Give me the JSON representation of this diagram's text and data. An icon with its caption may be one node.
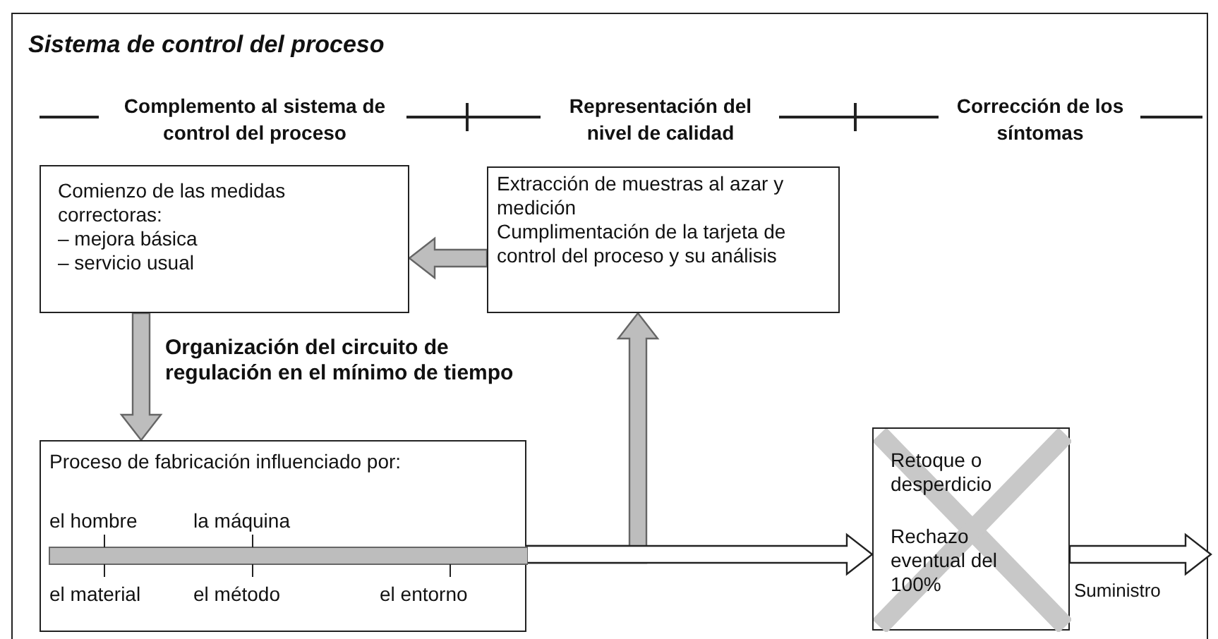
{
  "diagram": {
    "title": "Sistema de control del proceso",
    "nodes": [
      {
        "text": [
          "Comienzo de las medidas correctoras:",
          "– mejora básica",
          "– servicio usual"
        ]
      },
      {
        "text": [
          "Extracción de muestras al azar y medición",
          "Cumplimentación de la tarjeta de control del proceso y su análisis"
        ]
      },
      {
        "text": [
          "Proceso de fabricación influenciado por:",
          "el hombre",
          "la máquina",
          "el material",
          "el método",
          "el entorno"
        ]
      },
      {
        "text": [
          "Retoque o desperdicio",
          "Rechazo eventual del 100%"
        ]
      }
    ],
    "edges": [
      {
        "from": 1,
        "to": 0,
        "arrow": "to"
      },
      {
        "from": 0,
        "to": 2,
        "arrow": "to",
        "label": "Organización del circuito de regulación en el mínimo de tiempo"
      },
      {
        "from": 2,
        "to": 1,
        "arrow": "to"
      },
      {
        "from": 2,
        "to": 3,
        "arrow": "to",
        "color": "#ffffff"
      },
      {
        "from": 3,
        "to": null,
        "arrow": "to",
        "label": "Suministro",
        "color": "#ffffff"
      }
    ],
    "labels": [
      "Complemento al sistema de control del proceso",
      "Representación del nivel de calidad",
      "Corrección de los síntomas"
    ]
  }
}
